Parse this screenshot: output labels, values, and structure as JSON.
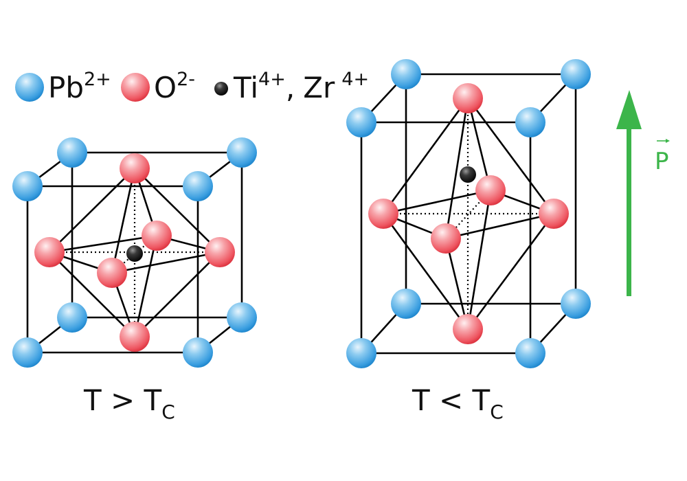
{
  "legend": {
    "items": [
      {
        "name": "lead-ion",
        "symbol": "Pb",
        "charge": "2+",
        "color": "#3a9ee0"
      },
      {
        "name": "oxygen-ion",
        "symbol": "O",
        "charge": "2-",
        "color": "#ee4b57"
      },
      {
        "name": "ti-zr-ion",
        "symbol": "Ti",
        "charge": "4+",
        "separator": ",",
        "symbol2": "Zr",
        "charge2": "4+",
        "color": "#111111"
      }
    ]
  },
  "structures": [
    {
      "name": "cubic-cell",
      "caption_main": "T > T",
      "caption_sub": "C"
    },
    {
      "name": "tetragonal-cell",
      "caption_main": "T < T",
      "caption_sub": "C"
    }
  ],
  "polarization": {
    "label": "P",
    "color": "#3cb54a"
  },
  "colors": {
    "pb": "#3a9ee0",
    "o": "#ee4b57",
    "ti": "#111111",
    "lines": "#000000",
    "arrow": "#3cb54a"
  }
}
